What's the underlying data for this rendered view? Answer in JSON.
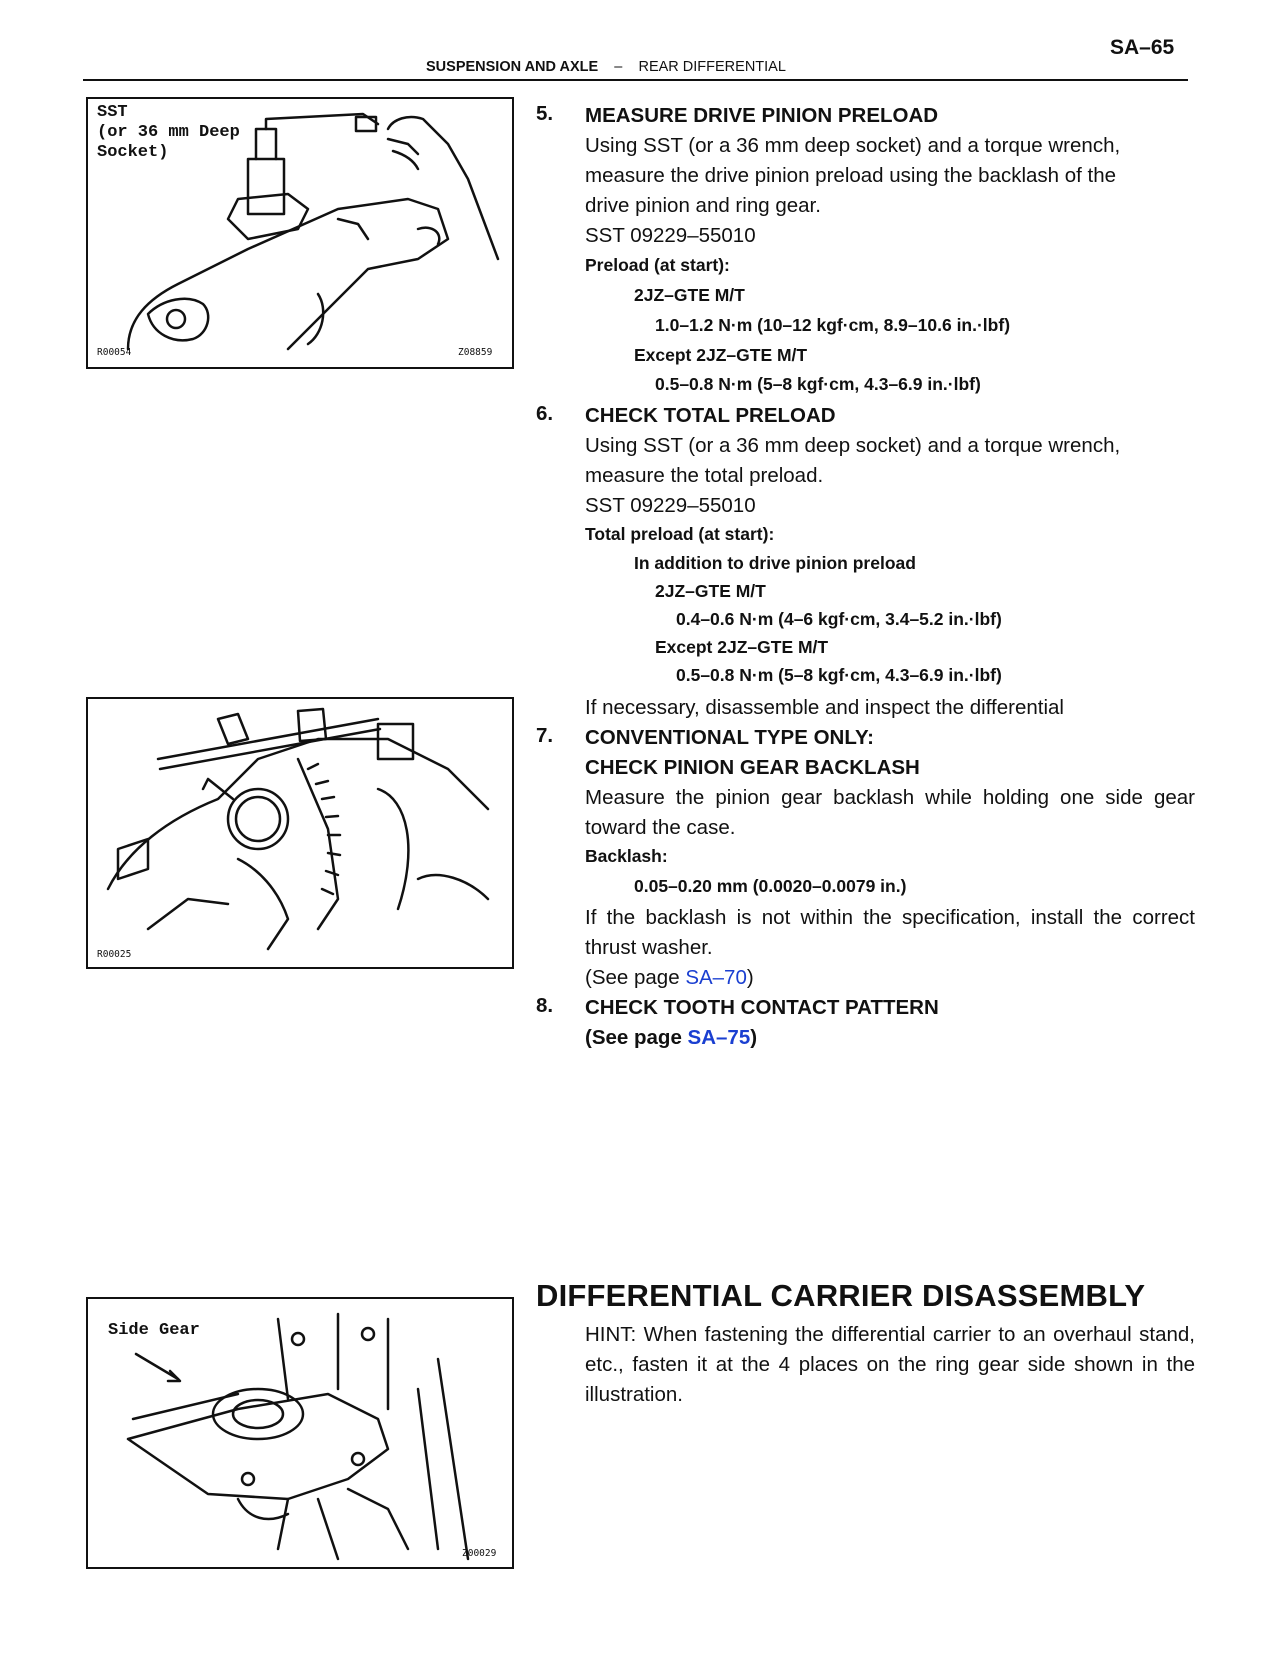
{
  "header": {
    "page_number": "SA–65",
    "section": "SUSPENSION AND AXLE",
    "dash": "–",
    "subsection": "REAR DIFFERENTIAL"
  },
  "figures": {
    "fig1": {
      "label": "SST\n(or 36 mm Deep\nSocket)",
      "code_left": "R00054",
      "code_right": "Z08859"
    },
    "fig2": {
      "code_left": "R00025"
    },
    "fig3": {
      "label": "Side Gear",
      "code_right": "Z00029"
    }
  },
  "steps": {
    "s5": {
      "num": "5.",
      "title": "MEASURE DRIVE PINION PRELOAD",
      "l1": "Using SST (or a 36 mm deep socket) and a torque wrench,",
      "l2": "measure the drive pinion preload using the backlash of the",
      "l3": "drive pinion and ring gear.",
      "sst": "SST  09229–55010",
      "spec_title": "Preload (at start):",
      "spec_a": "2JZ–GTE M/T",
      "spec_a_val": "1.0–1.2 N·m (10–12 kgf·cm, 8.9–10.6 in.·lbf)",
      "spec_b": "Except 2JZ–GTE M/T",
      "spec_b_val": "0.5–0.8 N·m (5–8 kgf·cm, 4.3–6.9 in.·lbf)"
    },
    "s6": {
      "num": "6.",
      "title": "CHECK TOTAL PRELOAD",
      "l1": "Using SST (or a 36 mm deep socket) and a torque wrench,",
      "l2": "measure the total preload.",
      "sst": "SST  09229–55010",
      "spec_title": "Total preload (at start):",
      "spec_sub": "In addition to drive pinion preload",
      "spec_a": "2JZ–GTE M/T",
      "spec_a_val": "0.4–0.6 N·m (4–6 kgf·cm, 3.4–5.2 in.·lbf)",
      "spec_b": "Except 2JZ–GTE M/T",
      "spec_b_val": "0.5–0.8 N·m (5–8 kgf·cm, 4.3–6.9 in.·lbf)",
      "note": "If necessary, disassemble and inspect the differential"
    },
    "s7": {
      "num": "7.",
      "title1": "CONVENTIONAL TYPE ONLY:",
      "title2": "CHECK PINION GEAR BACKLASH",
      "body": "Measure the pinion gear backlash while holding one side gear toward the case.",
      "spec_title": "Backlash:",
      "spec_val": "0.05–0.20 mm (0.0020–0.0079 in.)",
      "note": "If the backlash is not within the specification, install the correct thrust washer.",
      "see_pre": "(See page ",
      "see_link": "SA–70",
      "see_post": ")"
    },
    "s8": {
      "num": "8.",
      "title": "CHECK TOOTH CONTACT PATTERN",
      "see_pre": "(See page ",
      "see_link": "SA–75",
      "see_post": ")"
    }
  },
  "section2": {
    "title": "DIFFERENTIAL CARRIER DISASSEMBLY",
    "hint": "HINT: When fastening the differential carrier to an overhaul stand, etc., fasten it at the 4 places on the ring gear side shown in the illustration."
  }
}
